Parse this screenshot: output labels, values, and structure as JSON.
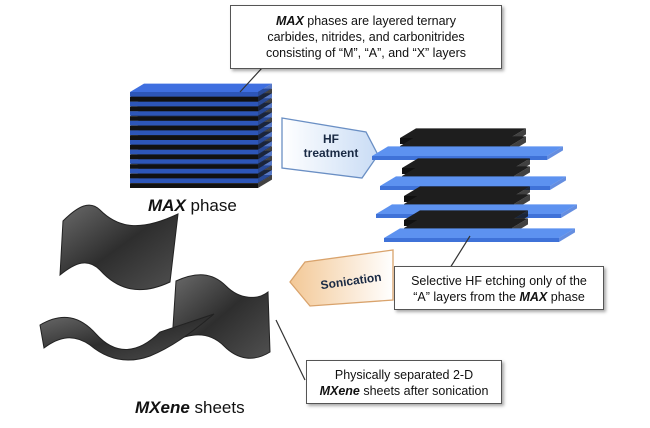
{
  "callouts": {
    "max_desc": {
      "strong": "MAX",
      "rest_line1": " phases are layered ternary",
      "line2": "carbides, nitrides, and carbonitrides",
      "line3": "consisting of “M”, “A”, and “X” layers"
    },
    "etch_desc": {
      "line1": "Selective HF etching only of the",
      "line2_pre": "“A” layers from the ",
      "strong": "MAX",
      "line2_post": " phase"
    },
    "sheet_desc": {
      "line1": "Physically separated 2-D",
      "strong": "MXene",
      "line2_post": " sheets after sonication"
    }
  },
  "labels": {
    "max_phase": {
      "strong": "MAX",
      "rest": " phase"
    },
    "mxene_sheets": {
      "strong": "MXene",
      "rest": " sheets"
    }
  },
  "arrows": {
    "hf_line1": "HF",
    "hf_line2": "treatment",
    "sonication": "Sonication"
  },
  "colors": {
    "layer_blue": "#3f6fe0",
    "layer_black": "#111111",
    "etched_blue": "#5d92f0",
    "hf_arrow": "#dde8f7",
    "sonication_arrow": "#f6d9b5",
    "sheet": "#3b3b3b"
  }
}
